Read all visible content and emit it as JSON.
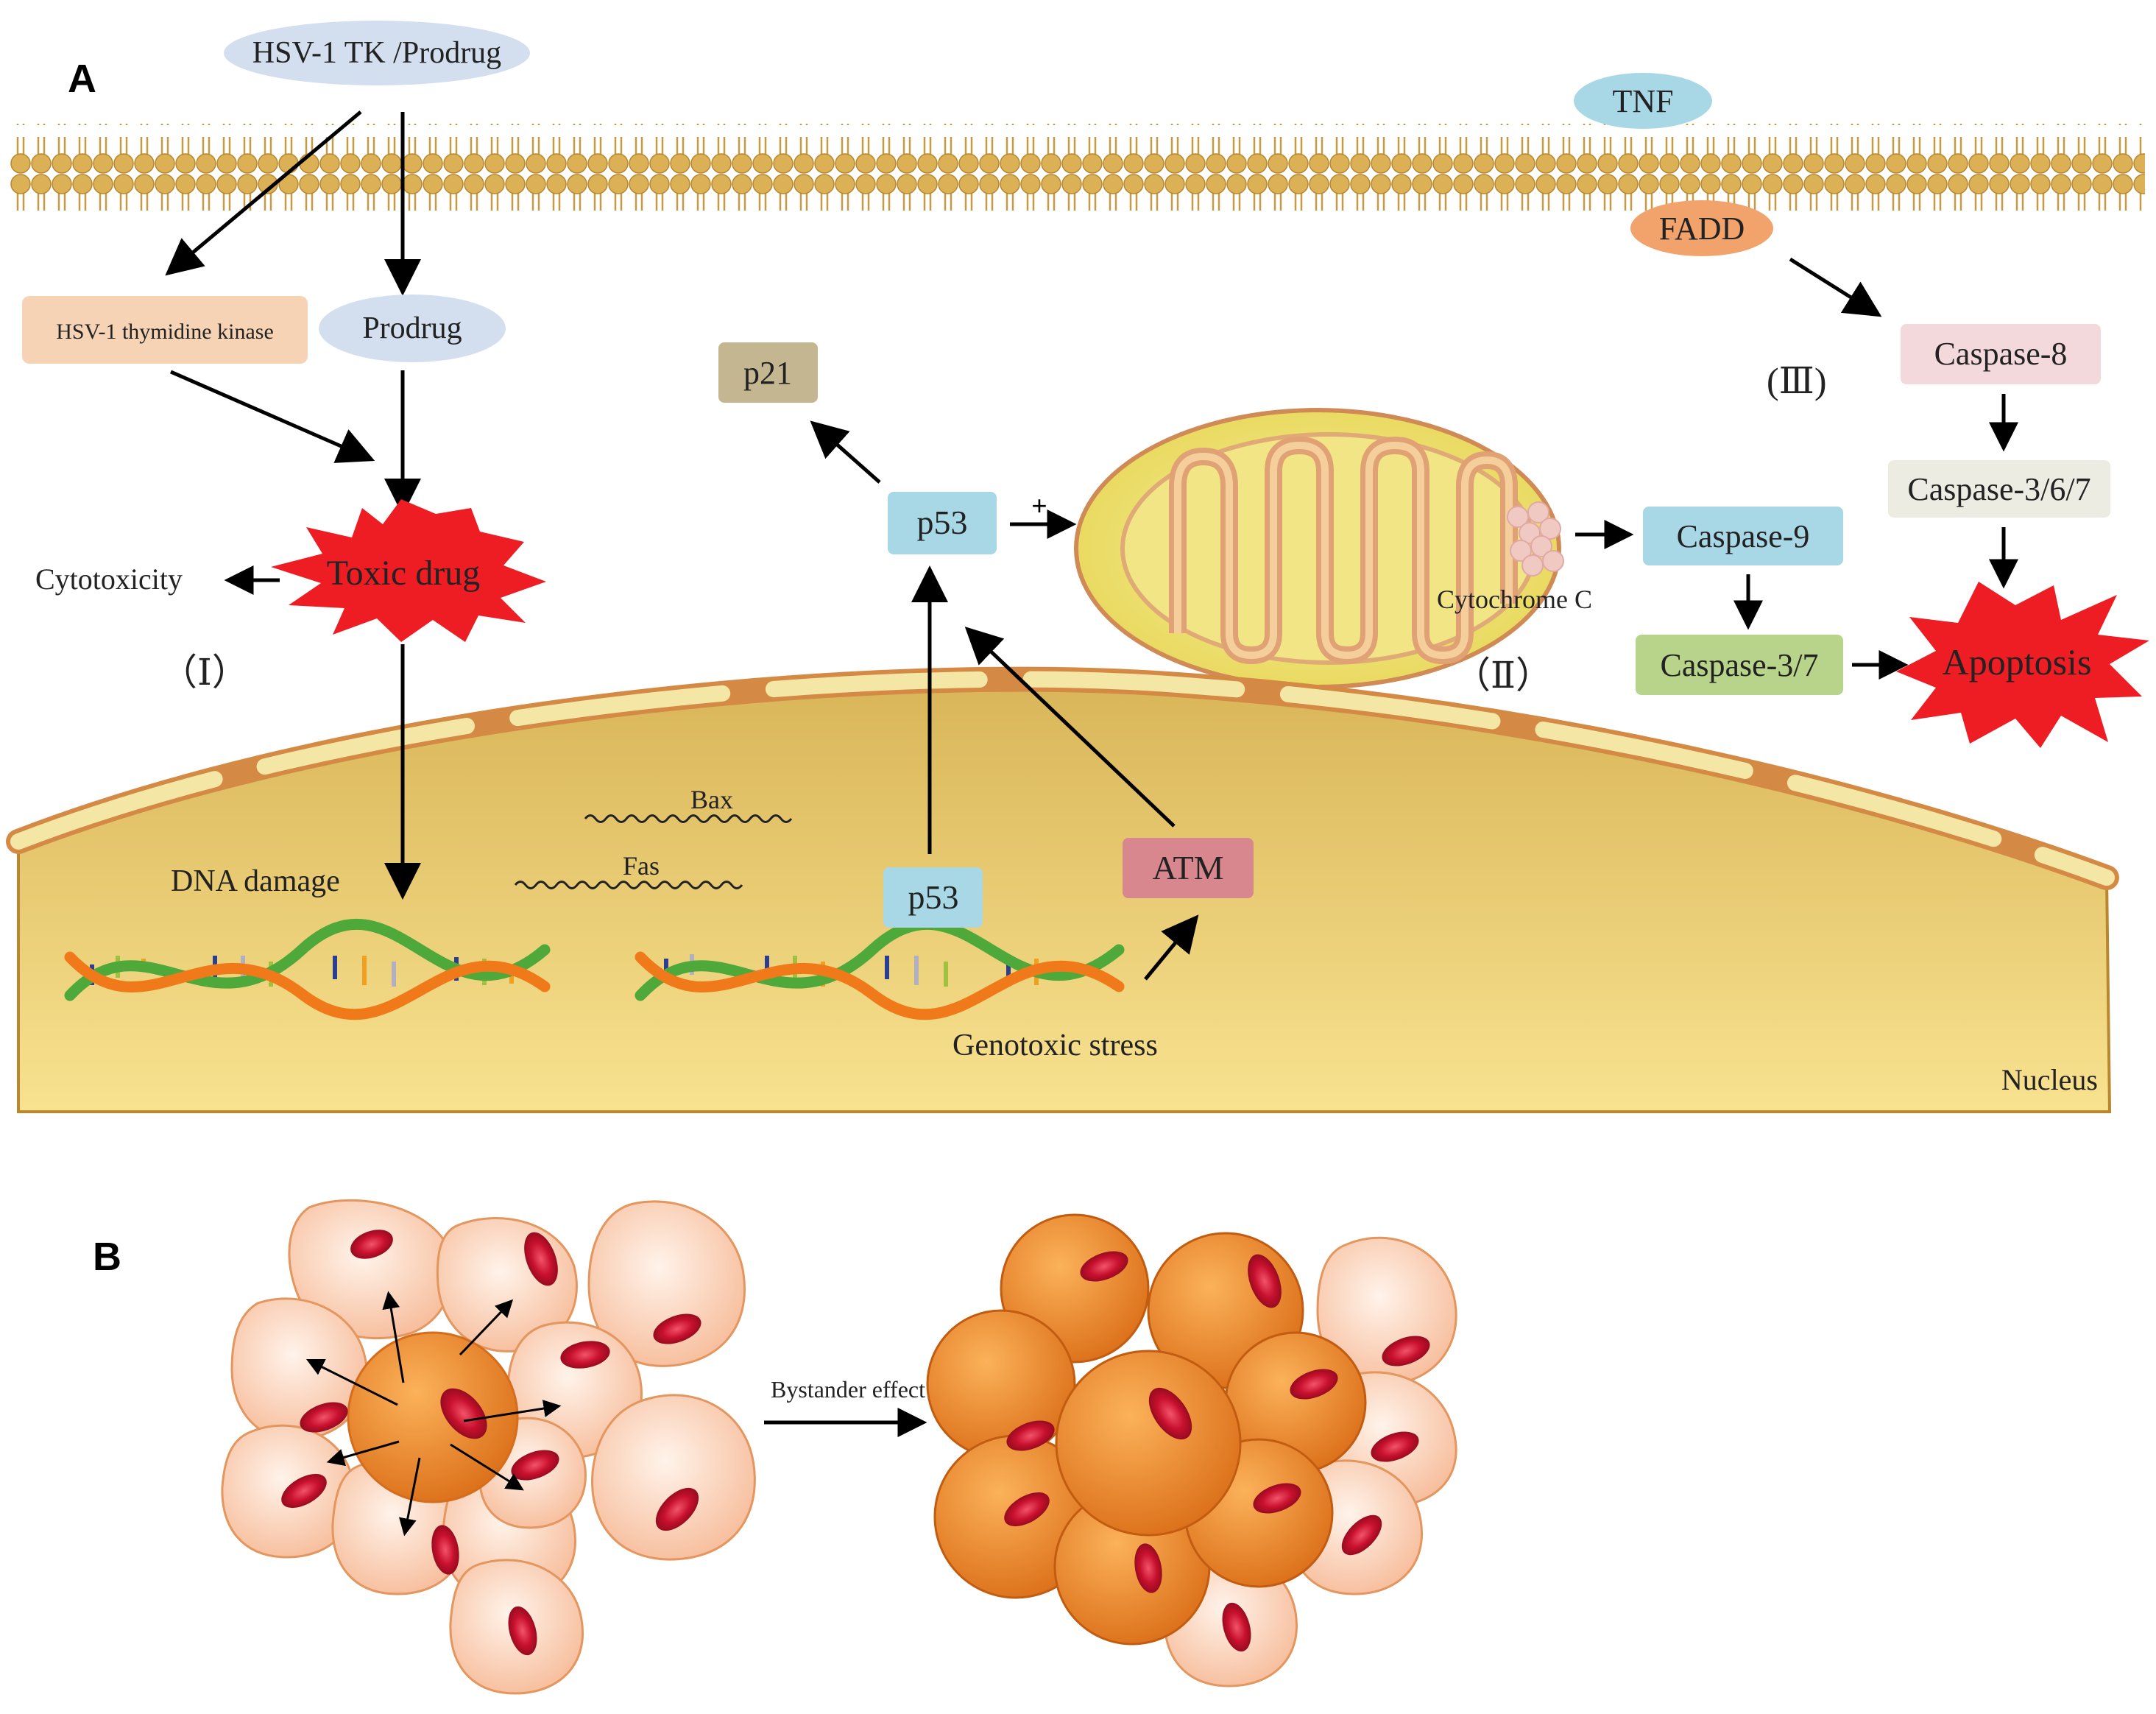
{
  "panel_a": {
    "letter": "A",
    "nodes": {
      "hsv_tk_prodrug": "HSV-1 TK /Prodrug",
      "tnf": "TNF",
      "fadd": "FADD",
      "hsv_thymidine_kinase": "HSV-1 thymidine kinase",
      "prodrug": "Prodrug",
      "toxic_drug": "Toxic drug",
      "cytotoxicity": "Cytotoxicity",
      "p21": "p21",
      "p53_upper": "p53",
      "p53_lower": "p53",
      "atm": "ATM",
      "caspase_8": "Caspase-8",
      "caspase_367": "Caspase-3/6/7",
      "caspase_9": "Caspase-9",
      "caspase_37": "Caspase-3/7",
      "apoptosis": "Apoptosis",
      "cytochrome_c": "Cytochrome C",
      "plus_sign": "+"
    },
    "pathway_labels": {
      "one": "（Ⅰ）",
      "two": "（Ⅱ）",
      "three": "(Ⅲ)"
    },
    "nucleus": {
      "bax": "Bax",
      "fas": "Fas",
      "dna_damage": "DNA damage",
      "genotoxic_stress": "Genotoxic stress",
      "nucleus_label": "Nucleus"
    }
  },
  "panel_b": {
    "letter": "B",
    "bystander_label": "Bystander effect"
  },
  "colors": {
    "membrane_head": "#d9ad4f",
    "toxic_red": "#ee1d24",
    "p53_blue": "#a8d7e6",
    "atm_pink": "#d9878f",
    "caspase8_pink": "#f3d9dc",
    "caspase367_gray": "#ecece2",
    "caspase37_green": "#b7d48a",
    "p21_khaki": "#c4b690",
    "hsv_tk_peach": "#f7d3b6",
    "prodrug_blue": "#d3dfee",
    "fadd_orange": "#f2a36b",
    "nucleus_yellow": "#f0d47a",
    "cell_pale": "#fbd6c0",
    "cell_orange": "#f08a22",
    "cell_nucleus_red": "#c8102e"
  }
}
